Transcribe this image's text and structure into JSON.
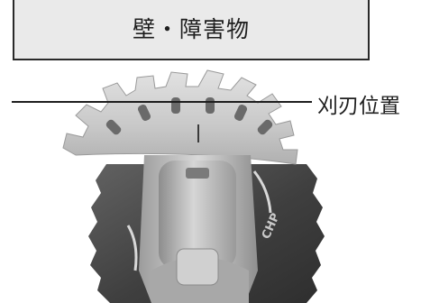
{
  "wall_label": "壁・障害物",
  "blade_position_label": "刈刃位置",
  "blade_text": "CHP",
  "icons": [
    "blade-icon",
    "machine-head-icon"
  ],
  "colors": {
    "wall_fill": "#eaeaea",
    "border": "#2a2a2a",
    "blade_disc": "#4a4a4a",
    "guard": "#c9c9c9"
  }
}
